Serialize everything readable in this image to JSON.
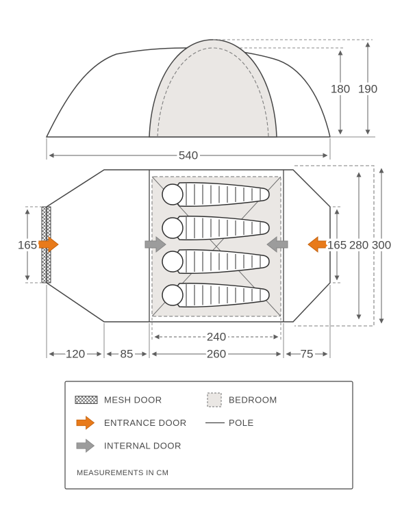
{
  "dims": {
    "width_total": "540",
    "height_inner": "180",
    "height_outer": "190",
    "door_left": "165",
    "door_right": "165",
    "depth_body": "280",
    "depth_total": "300",
    "porch_left": "120",
    "gap_left": "85",
    "inner_width": "260",
    "porch_right": "75",
    "bedroom_width": "240"
  },
  "legend": {
    "mesh_door": "MESH DOOR",
    "entrance_door": "ENTRANCE DOOR",
    "internal_door": "INTERNAL DOOR",
    "bedroom": "BEDROOM",
    "pole": "POLE",
    "note": "MEASUREMENTS IN CM"
  },
  "colors": {
    "entrance_arrow": "#e87a1a",
    "internal_arrow": "#9c9c9c",
    "line": "#464646",
    "light_fill": "#eae7e4"
  }
}
